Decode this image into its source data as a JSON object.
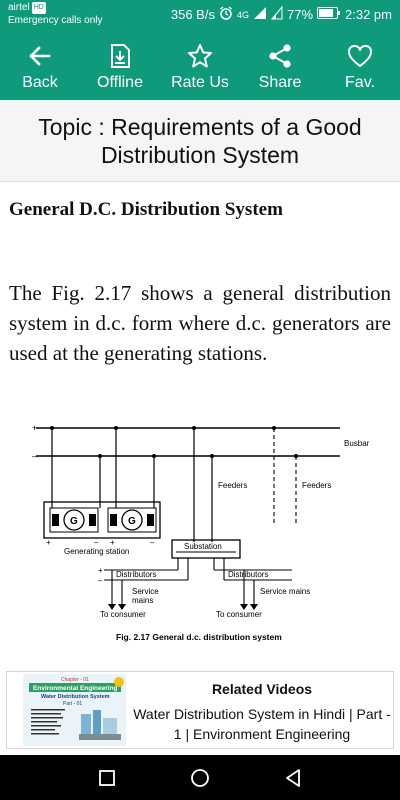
{
  "status_bar": {
    "carrier": "airtel",
    "carrier_badge": "HD",
    "emergency": "Emergency calls only",
    "speed": "356 B/s",
    "network": "4G",
    "battery": "77%",
    "time": "2:32 pm"
  },
  "toolbar": {
    "back": "Back",
    "offline": "Offline",
    "rate_us": "Rate Us",
    "share": "Share",
    "fav": "Fav."
  },
  "topic": "Topic : Requirements of a Good Distribution System",
  "article": {
    "heading": "General D.C. Distribution System",
    "paragraph": "The Fig. 2.17 shows a general distribution system in d.c. form where d.c. generators are used at the generating stations."
  },
  "figure": {
    "busbar": "Busbar",
    "feeders_1": "Feeders",
    "feeders_2": "Feeders",
    "generator_1": "G",
    "generator_2": "G",
    "generating_station": "Generating station",
    "substation": "Substation",
    "distributors_1": "Distributors",
    "distributors_2": "Distributors",
    "service_mains_1a": "Service",
    "service_mains_1b": "mains",
    "service_mains_2": "Service mains",
    "to_consumer_1": "To consumer",
    "to_consumer_2": "To consumer",
    "caption": "Fig. 2.17 General d.c. distribution system"
  },
  "related": {
    "title": "Related Videos",
    "description": "Water Distribution System in Hindi | Part - 1 | Environment Engineering",
    "thumb_chapter": "Chapter - 01",
    "thumb_subject": "Environmental Engineering",
    "thumb_topic": "Water Distribution System",
    "thumb_part": "Part - 01"
  },
  "colors": {
    "primary": "#0f9a7c",
    "nav_bg": "#000000"
  }
}
